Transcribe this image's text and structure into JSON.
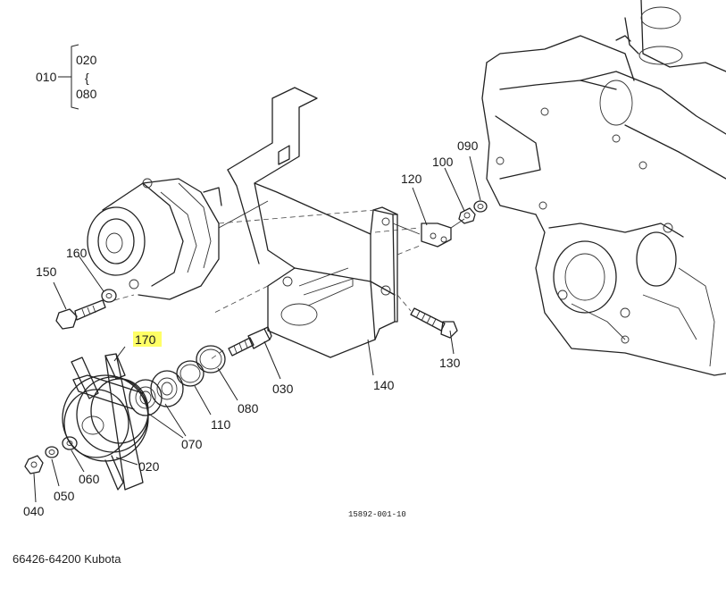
{
  "caption": "66426-64200 Kubota",
  "highlight_color": "#ffff66",
  "diagram": {
    "drawing_number": "15892-001-10",
    "range_label": {
      "from": "020",
      "to": "080",
      "range_mark": "{"
    },
    "parts": [
      {
        "no": "010",
        "highlighted": false
      },
      {
        "no": "020",
        "highlighted": false
      },
      {
        "no": "030",
        "highlighted": false
      },
      {
        "no": "040",
        "highlighted": false
      },
      {
        "no": "050",
        "highlighted": false
      },
      {
        "no": "060",
        "highlighted": false
      },
      {
        "no": "070",
        "highlighted": false
      },
      {
        "no": "080",
        "highlighted": false
      },
      {
        "no": "090",
        "highlighted": false
      },
      {
        "no": "100",
        "highlighted": false
      },
      {
        "no": "110",
        "highlighted": false
      },
      {
        "no": "120",
        "highlighted": false
      },
      {
        "no": "130",
        "highlighted": false
      },
      {
        "no": "140",
        "highlighted": false
      },
      {
        "no": "150",
        "highlighted": false
      },
      {
        "no": "160",
        "highlighted": false
      },
      {
        "no": "170",
        "highlighted": true
      }
    ]
  }
}
